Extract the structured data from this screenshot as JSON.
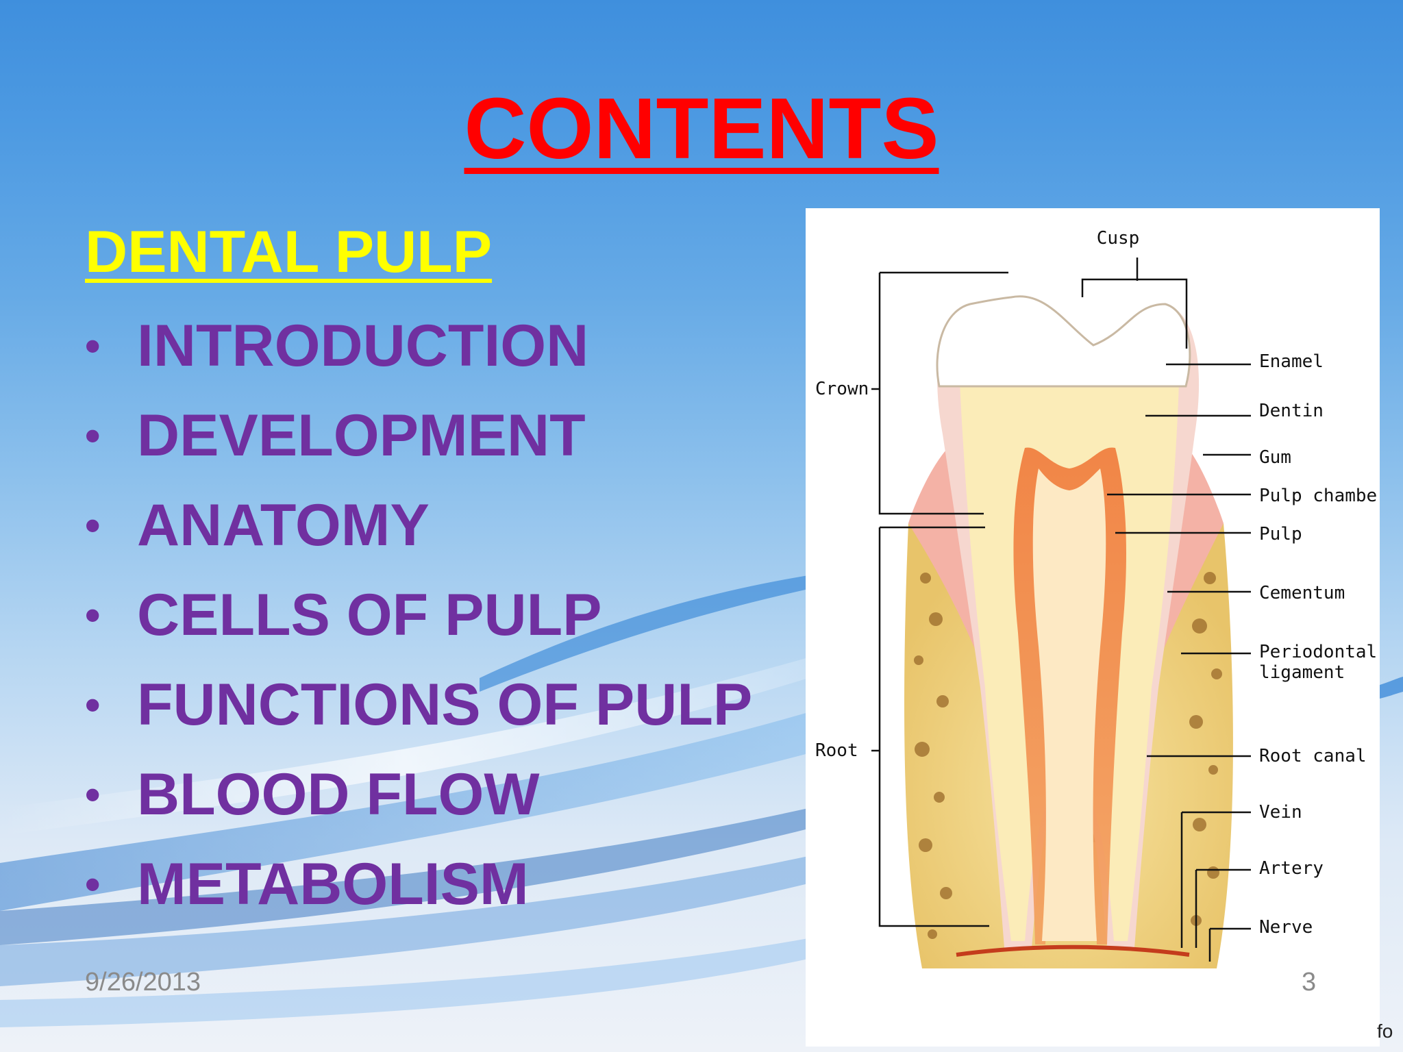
{
  "slide": {
    "title": "CONTENTS",
    "section_heading": "DENTAL PULP",
    "bullet_symbol": "•",
    "items": [
      "INTRODUCTION",
      "DEVELOPMENT",
      "ANATOMY",
      "CELLS OF PULP",
      "FUNCTIONS OF PULP",
      "BLOOD FLOW",
      "METABOLISM"
    ],
    "date": "9/26/2013",
    "page_number": "3",
    "corner_text": "fo"
  },
  "diagram": {
    "labels": {
      "cusp": "Cusp",
      "crown": "Crown",
      "root": "Root",
      "enamel": "Enamel",
      "dentin": "Dentin",
      "gum": "Gum",
      "pulp_chamber": "Pulp chamber",
      "pulp": "Pulp",
      "cementum": "Cementum",
      "periodontal_1": "Periodontal",
      "periodontal_2": "ligament",
      "root_canal": "Root canal",
      "vein": "Vein",
      "artery": "Artery",
      "nerve": "Nerve"
    }
  },
  "colors": {
    "title": "#ff0000",
    "section_heading": "#ffff00",
    "bullet_text": "#7030a0",
    "footer": "#8a8a8a"
  }
}
